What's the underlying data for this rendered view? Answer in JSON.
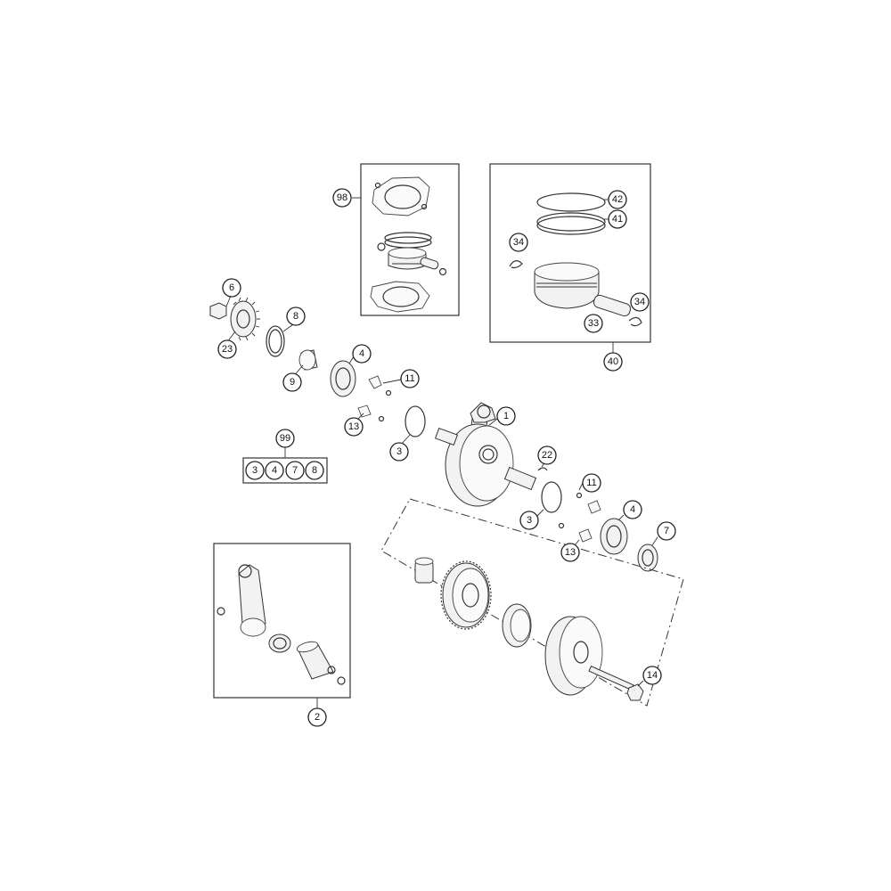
{
  "callouts": {
    "c98": "98",
    "c42": "42",
    "c41": "41",
    "c34a": "34",
    "c34b": "34",
    "c33": "33",
    "c40": "40",
    "c6": "6",
    "c8": "8",
    "c23": "23",
    "c4a": "4",
    "c9": "9",
    "c11a": "11",
    "c13a": "13",
    "c1": "1",
    "c3a": "3",
    "c99": "99",
    "k3": "3",
    "k4": "4",
    "k7": "7",
    "k8": "8",
    "c22": "22",
    "c11b": "11",
    "c4b": "4",
    "c3b": "3",
    "c7": "7",
    "c13b": "13",
    "c14": "14",
    "c2": "2"
  }
}
